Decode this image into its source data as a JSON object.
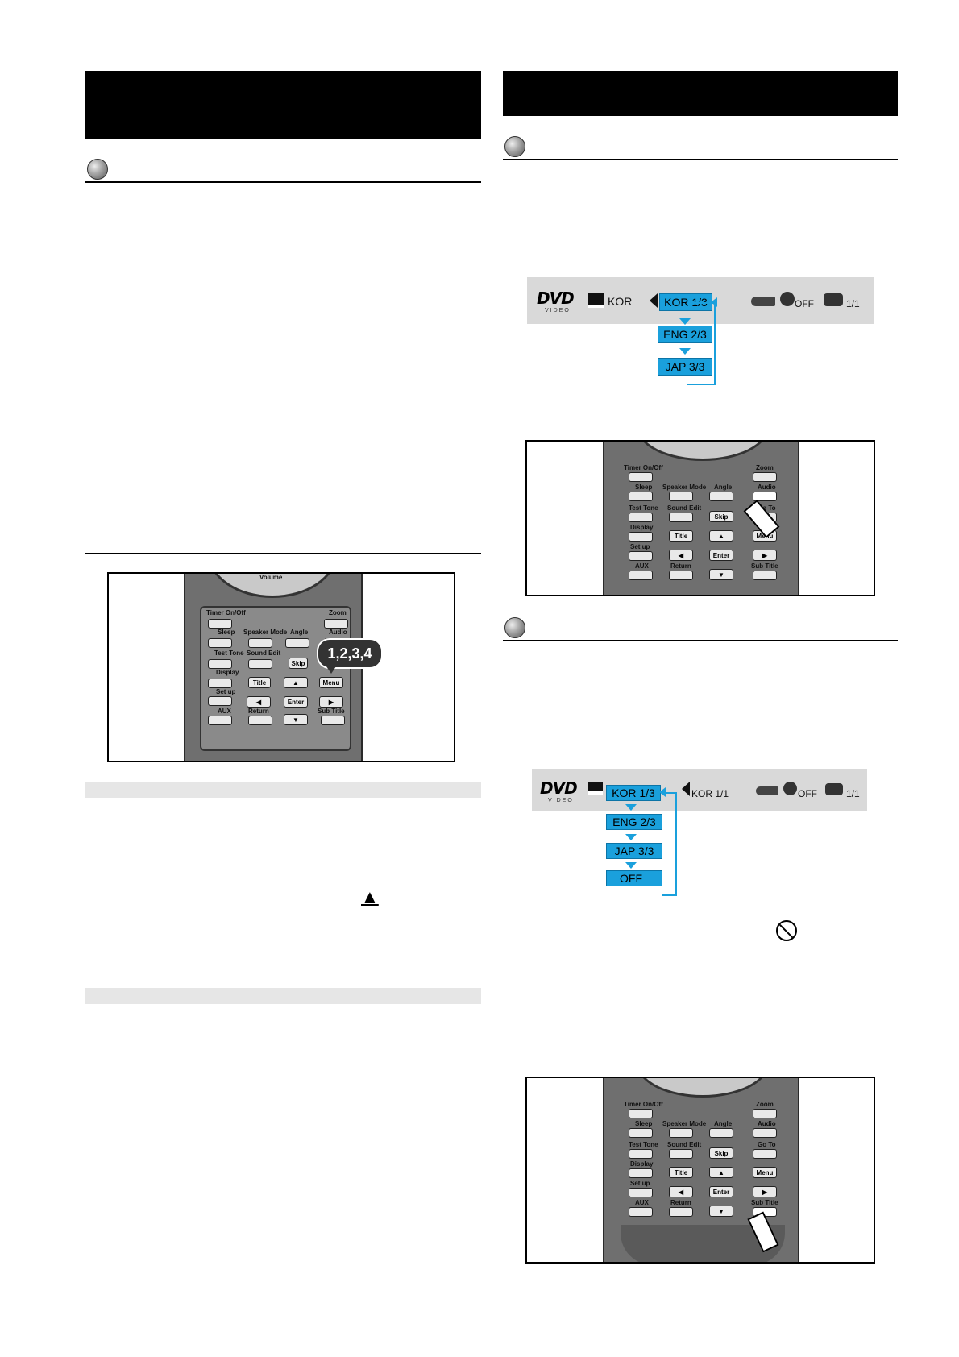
{
  "symbols": {
    "eject": "▲",
    "prohibited": "⃠"
  },
  "osd_audio": {
    "logo": "DVD",
    "logo_sub": "VIDEO",
    "subtitle_value": "KOR",
    "options": [
      "KOR 1/3",
      "ENG 2/3",
      "JAP 3/3"
    ],
    "repeat_value": "OFF",
    "angle_value": "1/1"
  },
  "osd_subtitle": {
    "logo": "DVD",
    "logo_sub": "VIDEO",
    "options": [
      "KOR 1/3",
      "ENG 2/3",
      "JAP 3/3",
      "OFF"
    ],
    "audio_value": "KOR 1/1",
    "repeat_value": "OFF",
    "angle_value": "1/1"
  },
  "callout": "1,2,3,4",
  "remote": {
    "volume": "Volume",
    "labels": {
      "timer": "Timer On/Off",
      "zoom": "Zoom",
      "sleep": "Sleep",
      "speaker_mode": "Speaker Mode",
      "angle": "Angle",
      "audio": "Audio",
      "test_tone": "Test Tone",
      "sound_edit": "Sound Edit",
      "goto": "Go To",
      "display": "Display",
      "setup": "Set up",
      "skip": "Skip",
      "title": "Title",
      "menu": "Menu",
      "aux": "AUX",
      "return": "Return",
      "enter": "Enter",
      "sub_title": "Sub Title"
    }
  }
}
